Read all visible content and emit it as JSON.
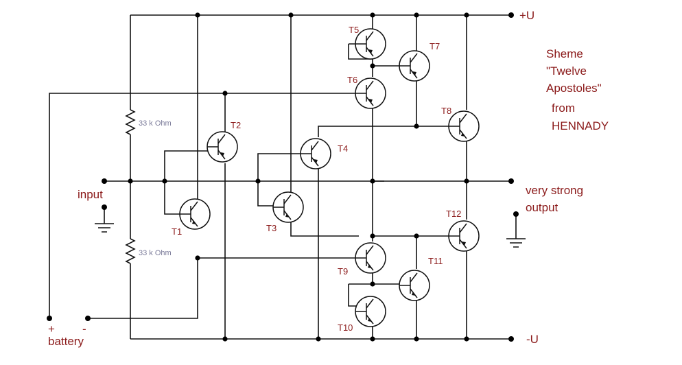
{
  "title_lines": [
    "Sheme",
    "\"Twelve",
    "Apostoles\"",
    "from",
    "HENNADY"
  ],
  "rail_top_label": "+U",
  "rail_bottom_label": "-U",
  "input_label": "input",
  "output_label_lines": [
    "very strong",
    "output"
  ],
  "battery_plus": "+",
  "battery_minus": "-",
  "battery_label": "battery",
  "resistor_labels": [
    "33 k Ohm",
    "33 k Ohm"
  ],
  "transistors": [
    {
      "id": "T1",
      "type": "npn"
    },
    {
      "id": "T2",
      "type": "pnp"
    },
    {
      "id": "T3",
      "type": "npn"
    },
    {
      "id": "T4",
      "type": "pnp"
    },
    {
      "id": "T5",
      "type": "pnp"
    },
    {
      "id": "T6",
      "type": "pnp"
    },
    {
      "id": "T7",
      "type": "pnp"
    },
    {
      "id": "T8",
      "type": "npn"
    },
    {
      "id": "T9",
      "type": "npn"
    },
    {
      "id": "T10",
      "type": "npn"
    },
    {
      "id": "T11",
      "type": "npn"
    },
    {
      "id": "T12",
      "type": "pnp"
    }
  ]
}
